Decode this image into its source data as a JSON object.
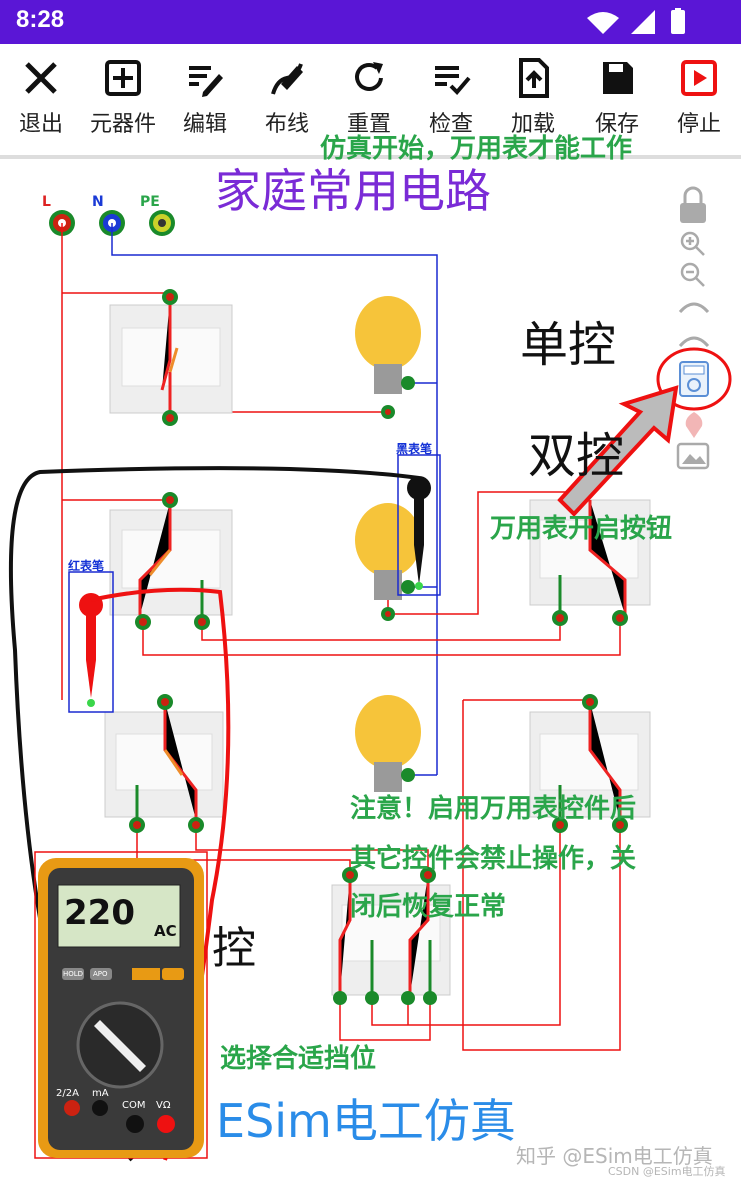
{
  "status": {
    "time": "8:28"
  },
  "toolbar": {
    "items": [
      {
        "label": "退出"
      },
      {
        "label": "元器件"
      },
      {
        "label": "编辑"
      },
      {
        "label": "布线"
      },
      {
        "label": "重置"
      },
      {
        "label": "检查"
      },
      {
        "label": "加载"
      },
      {
        "label": "保存"
      },
      {
        "label": "停止"
      }
    ]
  },
  "canvas": {
    "title": "家庭常用电路",
    "notes": {
      "sim_start": "仿真开始，万用表才能工作",
      "meter_button": "万用表开启按钮",
      "warning_1": "注意！启用万用表控件后",
      "warning_2": "其它控件会禁止操作，关",
      "warning_3": "闭后恢复正常",
      "select_range": "选择合适挡位"
    },
    "labels": {
      "single": "单控",
      "double": "双控",
      "multi": "控",
      "black_probe": "黑表笔",
      "red_probe": "红表笔",
      "terminal_L": "L",
      "terminal_N": "N",
      "terminal_PE": "PE"
    },
    "multimeter": {
      "reading": "220",
      "mode": "AC",
      "btn_hold": "HOLD",
      "btn_apo": "APO",
      "jack_1": "2/2A",
      "jack_2": "mA",
      "jack_3": "COM",
      "jack_4": "VΩ"
    },
    "brand": "ESim电工仿真",
    "watermark": "知乎 @ESim电工仿真",
    "watermark_small": "CSDN @ESim电工仿真"
  },
  "colors": {
    "statusbar": "#5a16d6",
    "title": "#7a2bd6",
    "note": "#2aa54a",
    "brand": "#2a8ce8",
    "wire_red": "#e11",
    "wire_blue": "#1a2ad0"
  }
}
